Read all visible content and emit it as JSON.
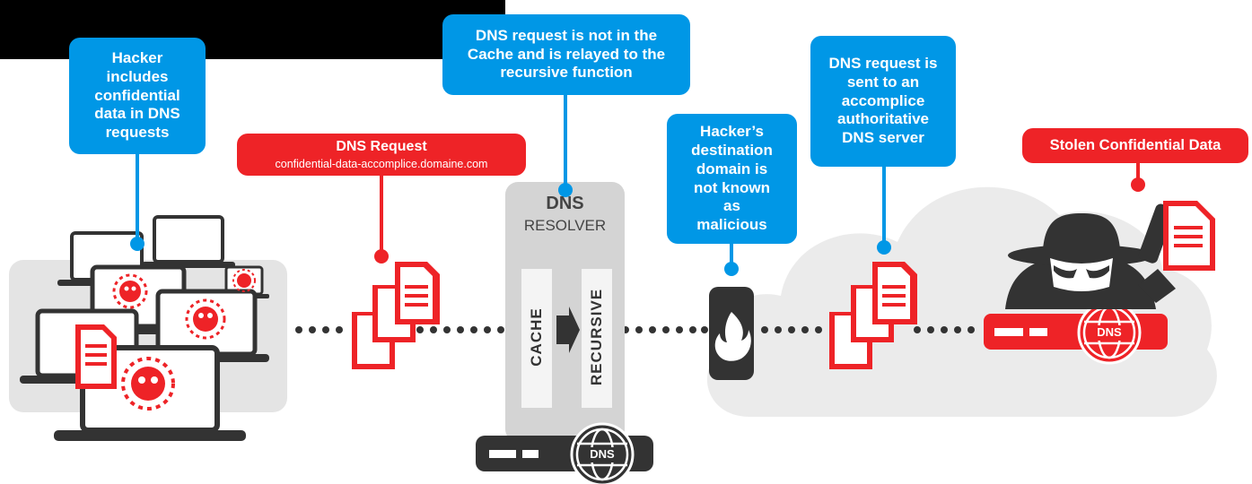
{
  "callouts": {
    "hacker_includes": "Hacker includes confidential data in DNS requests",
    "dns_request_title": "DNS Request",
    "dns_request_domain": "confidential-data-accomplice.domaine.com",
    "not_in_cache": "DNS request is not in the Cache and is relayed to the recursive function",
    "destination_not_known": "Hacker’s destination domain is not known as malicious",
    "sent_to_accomplice": "DNS request is sent to an accomplice authoritative DNS server",
    "stolen_data": "Stolen Confidential Data"
  },
  "resolver": {
    "title": "DNS",
    "subtitle": "RESOLVER",
    "cache_label": "CACHE",
    "recursive_label": "RECURSIVE",
    "server_badge": "DNS"
  },
  "attacker_server": {
    "badge": "DNS"
  },
  "icons": [
    "document-stack-icon",
    "virus-icon",
    "laptop-icon",
    "firewall-flame-icon",
    "globe-icon",
    "server-icon",
    "hacker-icon",
    "cloud-icon"
  ],
  "colors": {
    "blue": "#0097e6",
    "red": "#ee2327",
    "dark": "#333333",
    "gray": "#d9d9d9",
    "cloud": "#ebebeb"
  }
}
